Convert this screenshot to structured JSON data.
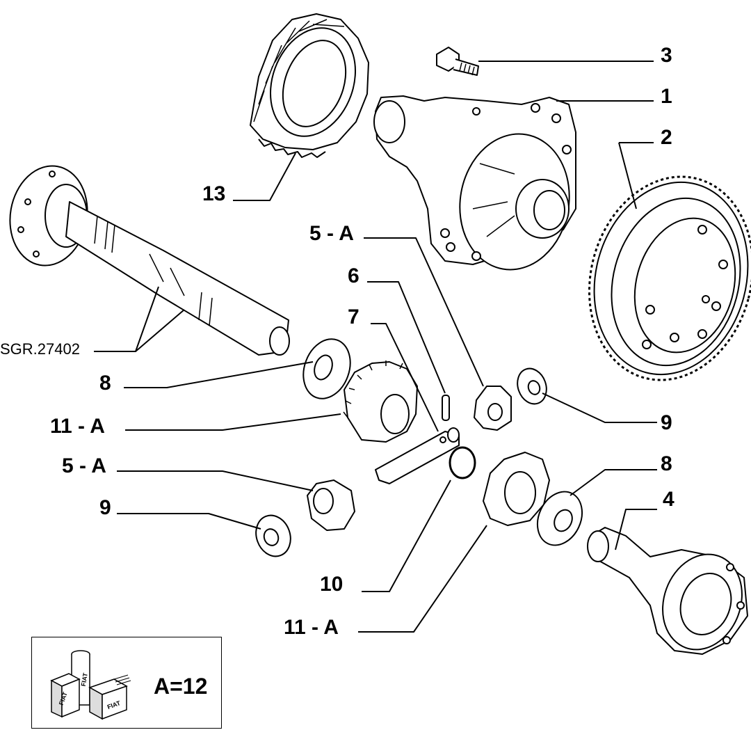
{
  "diagram": {
    "reference_code": "SGR.27402",
    "callouts": {
      "c1": "1",
      "c2": "2",
      "c3": "3",
      "c4": "4",
      "c5a_top": "5 - A",
      "c5a_bottom": "5 - A",
      "c6": "6",
      "c7": "7",
      "c8_left": "8",
      "c8_right": "8",
      "c9_left": "9",
      "c9_right": "9",
      "c10": "10",
      "c11a_left": "11 - A",
      "c11a_bottom": "11 - A",
      "c13": "13"
    },
    "kit": {
      "label": "A=12",
      "box_text": [
        "FIAT",
        "FIAT",
        "FIAT"
      ]
    }
  }
}
